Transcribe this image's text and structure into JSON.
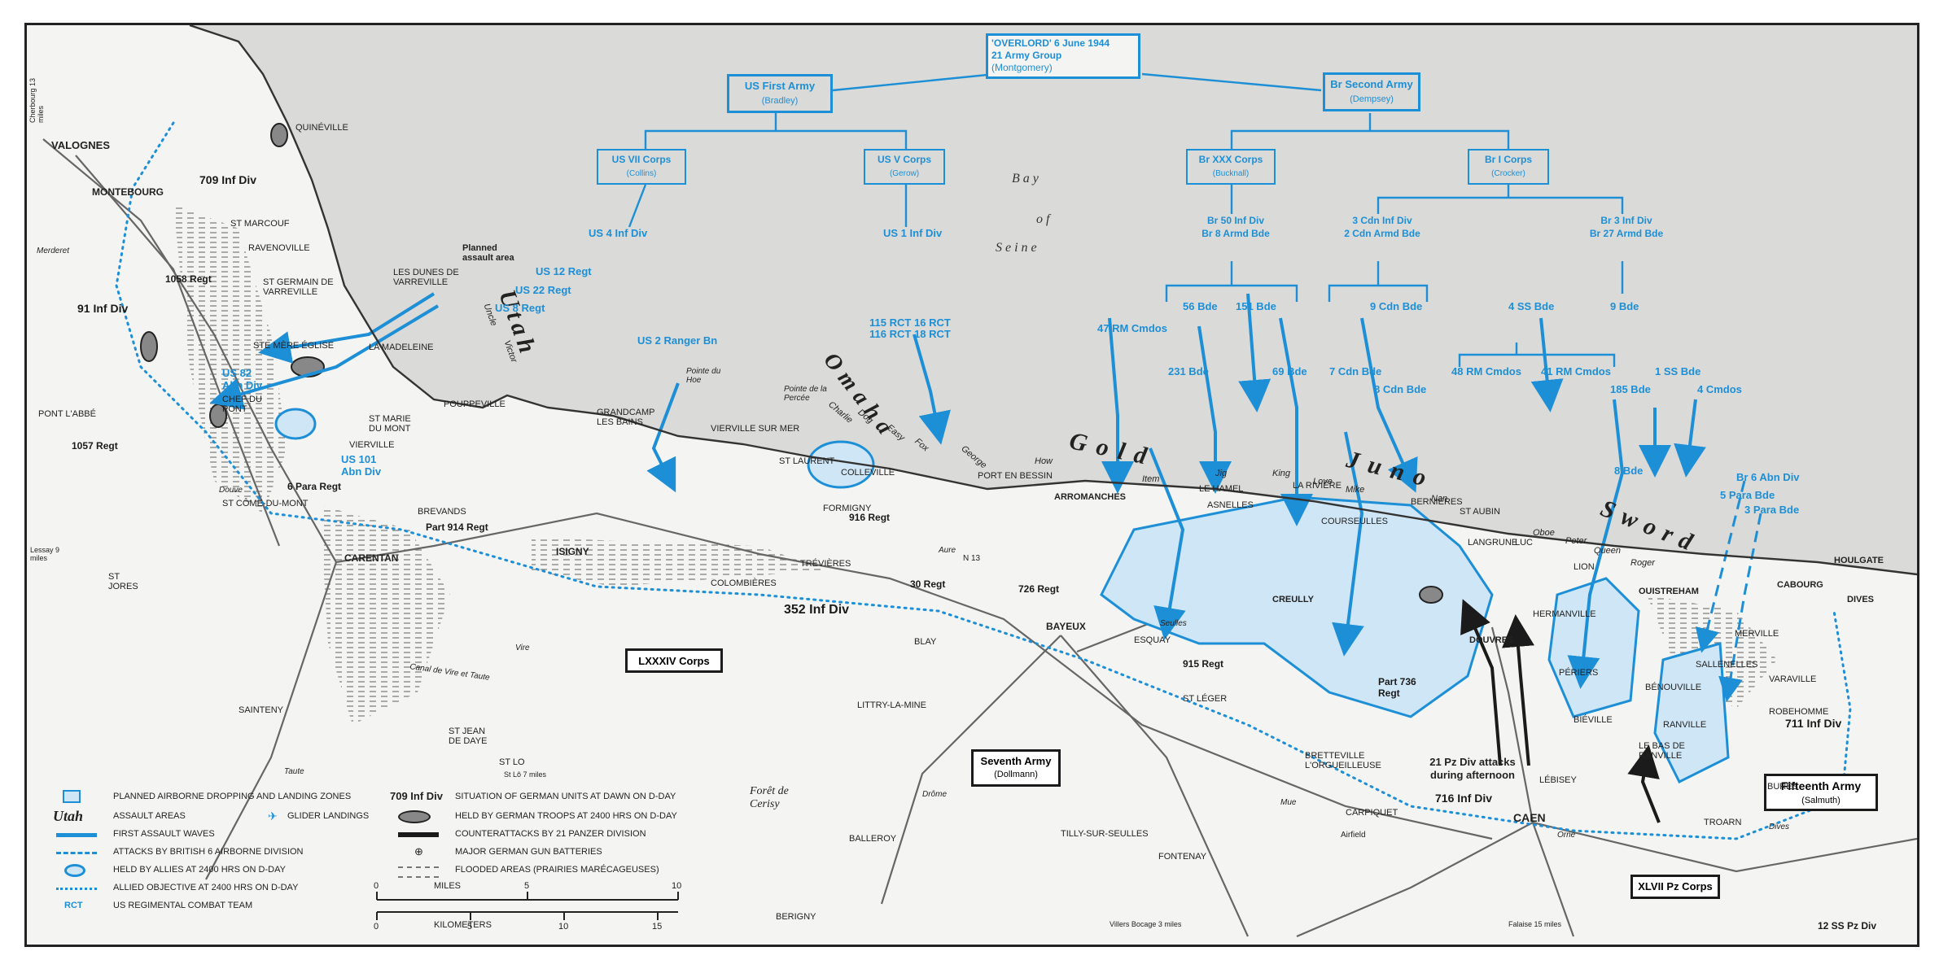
{
  "colors": {
    "allied_blue": "#1d8fd6",
    "allied_light": "#cfe6f6",
    "german_black": "#1b1b1b",
    "sea": "#dcdcdc",
    "land": "#f5f5f3"
  },
  "org_chart": {
    "top": {
      "line1": "'OVERLORD' 6 June 1944",
      "line2": "21 Army Group",
      "line3": "(Montgomery)"
    },
    "us_army": {
      "name": "US First Army",
      "cmdr": "(Bradley)"
    },
    "br_army": {
      "name": "Br Second Army",
      "cmdr": "(Dempsey)"
    },
    "us_vii": {
      "name": "US VII Corps",
      "cmdr": "(Collins)"
    },
    "us_v": {
      "name": "US V Corps",
      "cmdr": "(Gerow)"
    },
    "br_xxx": {
      "name": "Br XXX Corps",
      "cmdr": "(Bucknall)"
    },
    "br_i": {
      "name": "Br I Corps",
      "cmdr": "(Crocker)"
    },
    "div_50": [
      "Br 50 Inf Div",
      "Br 8 Armd Bde"
    ],
    "div_3cdn": [
      "3 Cdn Inf Div",
      "2 Cdn Armd Bde"
    ],
    "div_3br": [
      "Br 3 Inf Div",
      "Br 27 Armd Bde"
    ]
  },
  "beaches": [
    "Utah",
    "Omaha",
    "Gold",
    "Juno",
    "Sword"
  ],
  "sea_label": [
    "B a y",
    "o f",
    "S e i n e"
  ],
  "sectors": [
    "How",
    "Item",
    "Jig",
    "King",
    "Love",
    "Mike",
    "Nan",
    "Oboe",
    "Peter",
    "Queen",
    "Roger",
    "Uncle",
    "Victor",
    "Dog",
    "Easy",
    "Fox",
    "George",
    "Charlie"
  ],
  "units_blue": [
    "US 4 Inf Div",
    "US 12 Regt",
    "US 22 Regt",
    "US 8 Regt",
    "US 2 Ranger Bn",
    "US 1 Inf Div",
    "115 RCT",
    "116 RCT",
    "16 RCT",
    "18 RCT",
    "US 82 Abn Div",
    "US 101 Abn Div",
    "47 RM Cmdos",
    "56 Bde",
    "151 Bde",
    "231 Bde",
    "69 Bde",
    "9 Cdn Bde",
    "7 Cdn Bde",
    "8 Cdn Bde",
    "4 SS Bde",
    "48 RM Cmdos",
    "41 RM Cmdos",
    "9 Bde",
    "1 SS Bde",
    "4 Cmdos",
    "185 Bde",
    "8 Bde",
    "Br 6 Abn Div",
    "5 Para Bde",
    "3 Para Bde"
  ],
  "units_black": [
    "709 Inf Div",
    "1058 Regt",
    "91 Inf Div",
    "1057 Regt",
    "6 Para Regt",
    "Part 914 Regt",
    "916 Regt",
    "352 Inf Div",
    "726 Regt",
    "30 Regt",
    "915 Regt",
    "Part 736 Regt",
    "716 Inf Div",
    "711 Inf Div",
    "12 SS Pz Div"
  ],
  "corps_boxes": [
    {
      "name": "LXXXIV Corps",
      "sub": ""
    },
    {
      "name": "Seventh Army",
      "sub": "(Dollmann)"
    },
    {
      "name": "Fifteenth Army",
      "sub": "(Salmuth)"
    },
    {
      "name": "XLVII Pz Corps",
      "sub": ""
    }
  ],
  "towns": [
    "QUINÉVILLE",
    "VALOGNES",
    "MONTEBOURG",
    "ST MARCOUF",
    "RAVENOVILLE",
    "ST GERMAIN DE VARREVILLE",
    "LES DUNES DE VARREVILLE",
    "STE MÈRE ÉGLISE",
    "LA MADELEINE",
    "POUPPEVILLE",
    "CHEF DU PONT",
    "PONT L'ABBÉ",
    "ST MARIE DU MONT",
    "VIERVILLE",
    "ST CÔME-DU-MONT",
    "BREVANDS",
    "CARENTAN",
    "ST JORES",
    "GRANDCAMP LES BAINS",
    "VIERVILLE SUR MER",
    "ST LAURENT",
    "COLLEVILLE",
    "PORT EN BESSIN",
    "FORMIGNY",
    "ISIGNY",
    "TRÉVIÈRES",
    "COLOMBIÈRES",
    "BAYEUX",
    "ARROMANCHES",
    "LE HAMEL",
    "ASNELLES",
    "LA RIVIÈRE",
    "COURSEULLES",
    "BERNIÈRES",
    "ST AUBIN",
    "LANGRUNE",
    "LUC",
    "LION",
    "OUISTREHAM",
    "HOULGATE",
    "CABOURG",
    "DIVES",
    "CREULLY",
    "ESQUAY",
    "DOUVRES",
    "HERMANVILLE",
    "PÉRIERS",
    "BIÉVILLE",
    "BÉNOUVILLE",
    "RANVILLE",
    "SALLENELLES",
    "MERVILLE",
    "VARAVILLE",
    "ROBEHOMME",
    "LE BAS DE RANVILLE",
    "BURES",
    "TROARN",
    "LÉBISEY",
    "CAEN",
    "CARPIQUET",
    "BRETTEVILLE L'ORGUEILLEUSE",
    "ST LÉGER",
    "TILLY-SUR-SEULLES",
    "FONTENAY",
    "BALLEROY",
    "BERIGNY",
    "LITTRY-LA-MINE",
    "BLAY",
    "SAINTENY",
    "ST JEAN DE DAYE",
    "ST LO",
    "Forêt de Cerisy",
    "Pointe du Hoe",
    "Pointe de la Percée",
    "Airfield"
  ],
  "annotations": [
    "Planned assault area",
    "21 Pz Div attacks during afternoon",
    "Cherbourg 13 miles",
    "Lessay 9 miles",
    "St Lô 7 miles",
    "Villers Bocage 3 miles",
    "Falaise 15 miles",
    "Canal de Vire et Taute",
    "Taute",
    "Douve",
    "Merderet",
    "Aure",
    "Seulles",
    "Mue",
    "Orne",
    "Dives",
    "Drôme",
    "Vire",
    "N 13"
  ],
  "legend": [
    {
      "sym": "airborne",
      "text": "PLANNED AIRBORNE DROPPING AND LANDING ZONES"
    },
    {
      "sym": "utah",
      "word": "Utah",
      "text": "ASSAULT AREAS"
    },
    {
      "sym": "arrow-blue",
      "text": "FIRST ASSAULT WAVES"
    },
    {
      "sym": "arrow-dash",
      "text": "ATTACKS BY BRITISH 6 AIRBORNE DIVISION"
    },
    {
      "sym": "held-allies",
      "text": "HELD BY ALLIES AT 2400 HRS ON D-DAY"
    },
    {
      "sym": "objective",
      "text": "ALLIED OBJECTIVE AT 2400 HRS ON D-DAY"
    },
    {
      "sym": "rct",
      "word": "RCT",
      "text": "US REGIMENTAL COMBAT TEAM"
    },
    {
      "sym": "glider",
      "text": "GLIDER LANDINGS"
    },
    {
      "sym": "german-div",
      "word": "709 Inf Div",
      "text": "SITUATION OF GERMAN UNITS AT DAWN ON D-DAY"
    },
    {
      "sym": "german-held",
      "text": "HELD BY GERMAN TROOPS AT 2400 HRS ON D-DAY"
    },
    {
      "sym": "counter",
      "text": "COUNTERATTACKS BY 21 PANZER DIVISION"
    },
    {
      "sym": "gun",
      "text": "MAJOR GERMAN GUN BATTERIES"
    },
    {
      "sym": "flood",
      "text": "FLOODED AREAS (PRAIRIES MARÉCAGEUSES)"
    }
  ],
  "scale": {
    "miles_label": "MILES",
    "km_label": "KILOMETERS",
    "miles_ticks": [
      "0",
      "5",
      "10"
    ],
    "km_ticks": [
      "0",
      "5",
      "10",
      "15"
    ]
  }
}
